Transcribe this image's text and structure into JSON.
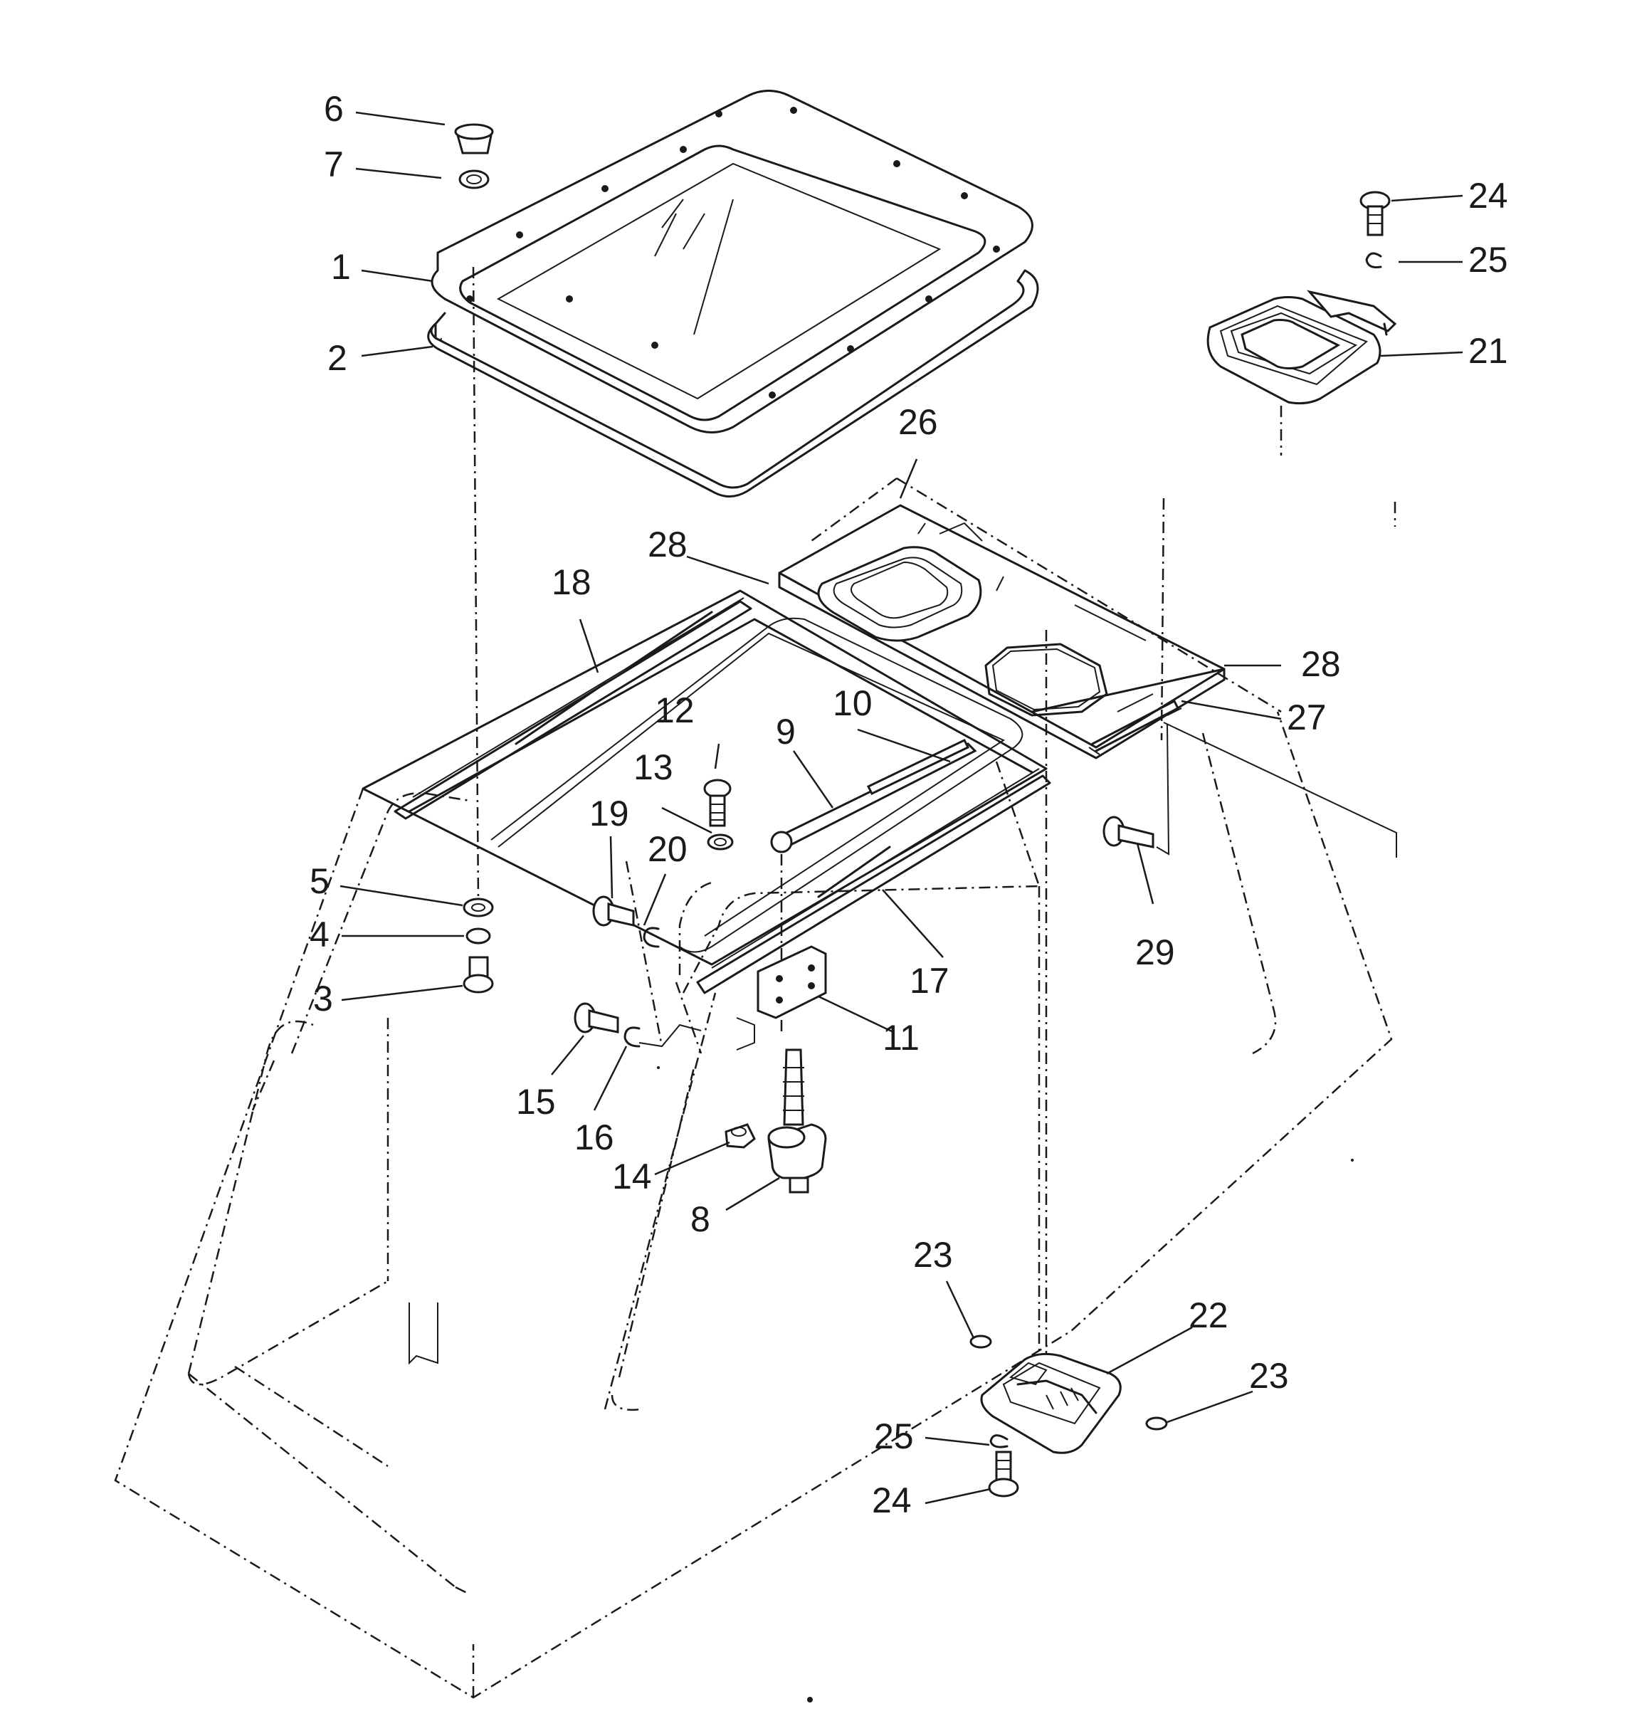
{
  "callouts": [
    {
      "id": "c6",
      "text": "6"
    },
    {
      "id": "c7",
      "text": "7"
    },
    {
      "id": "c1",
      "text": "1"
    },
    {
      "id": "c2",
      "text": "2"
    },
    {
      "id": "c24a",
      "text": "24"
    },
    {
      "id": "c25a",
      "text": "25"
    },
    {
      "id": "c21",
      "text": "21"
    },
    {
      "id": "c26",
      "text": "26"
    },
    {
      "id": "c28a",
      "text": "28"
    },
    {
      "id": "c18",
      "text": "18"
    },
    {
      "id": "c28b",
      "text": "28"
    },
    {
      "id": "c27",
      "text": "27"
    },
    {
      "id": "c12",
      "text": "12"
    },
    {
      "id": "c10",
      "text": "10"
    },
    {
      "id": "c9",
      "text": "9"
    },
    {
      "id": "c13",
      "text": "13"
    },
    {
      "id": "c19",
      "text": "19"
    },
    {
      "id": "c20",
      "text": "20"
    },
    {
      "id": "c5",
      "text": "5"
    },
    {
      "id": "c4",
      "text": "4"
    },
    {
      "id": "c3",
      "text": "3"
    },
    {
      "id": "c17",
      "text": "17"
    },
    {
      "id": "c29",
      "text": "29"
    },
    {
      "id": "c11",
      "text": "11"
    },
    {
      "id": "c15",
      "text": "15"
    },
    {
      "id": "c16",
      "text": "16"
    },
    {
      "id": "c14",
      "text": "14"
    },
    {
      "id": "c8",
      "text": "8"
    },
    {
      "id": "c23a",
      "text": "23"
    },
    {
      "id": "c22",
      "text": "22"
    },
    {
      "id": "c23b",
      "text": "23"
    },
    {
      "id": "c25b",
      "text": "25"
    },
    {
      "id": "c24b",
      "text": "24"
    }
  ]
}
